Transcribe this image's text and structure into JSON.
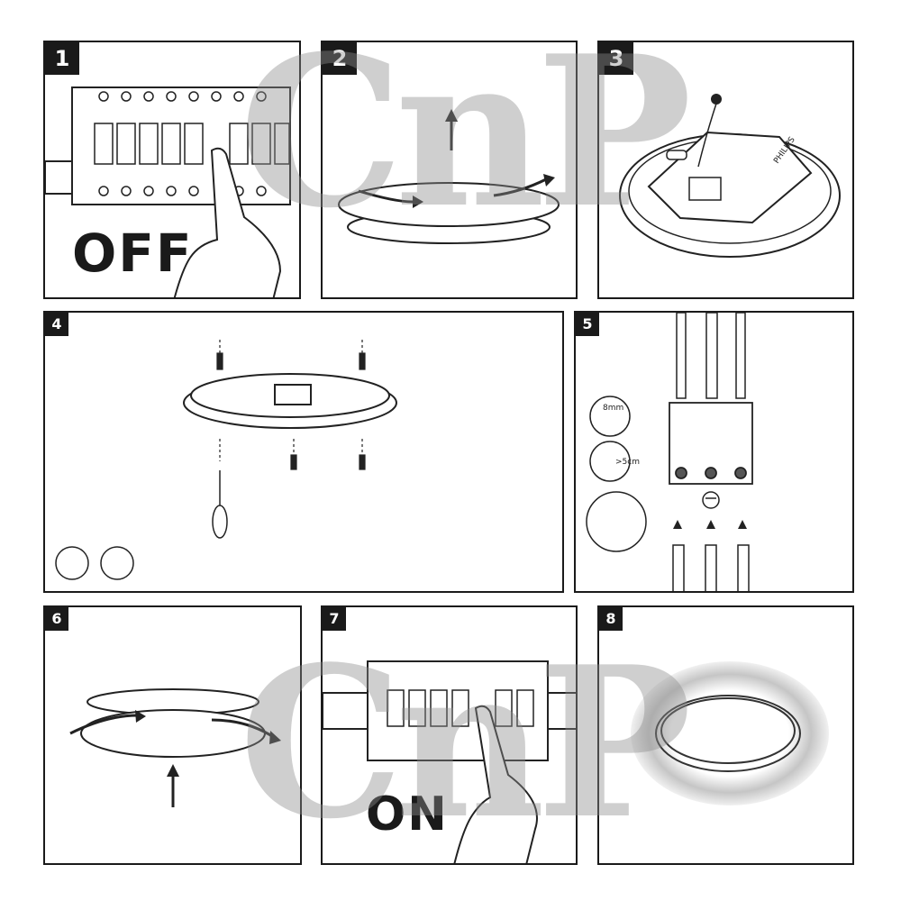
{
  "steps": [
    {
      "number": "1",
      "word": "OFF"
    },
    {
      "number": "2"
    },
    {
      "number": "3",
      "brand": "PHILIPS"
    },
    {
      "number": "4"
    },
    {
      "number": "5",
      "strip_label": "8mm",
      "earth_label": ">5cm"
    },
    {
      "number": "6"
    },
    {
      "number": "7",
      "word": "ON"
    },
    {
      "number": "8"
    }
  ],
  "watermark": {
    "text": "CnP",
    "color": "#8c8c8c"
  },
  "icons": [
    "breaker-panel-icon",
    "hand-pointer-icon",
    "rotate-arrow-icon",
    "up-arrow-icon",
    "mounting-plate-icon",
    "screw-icon",
    "screwdriver-icon",
    "wire-icon",
    "terminal-block-icon",
    "earth-symbol-icon",
    "light-glow-icon"
  ],
  "colors": {
    "ink": "#1a1a1a",
    "panel_bg": "#ffffff",
    "glow": "#9a9a9a"
  }
}
